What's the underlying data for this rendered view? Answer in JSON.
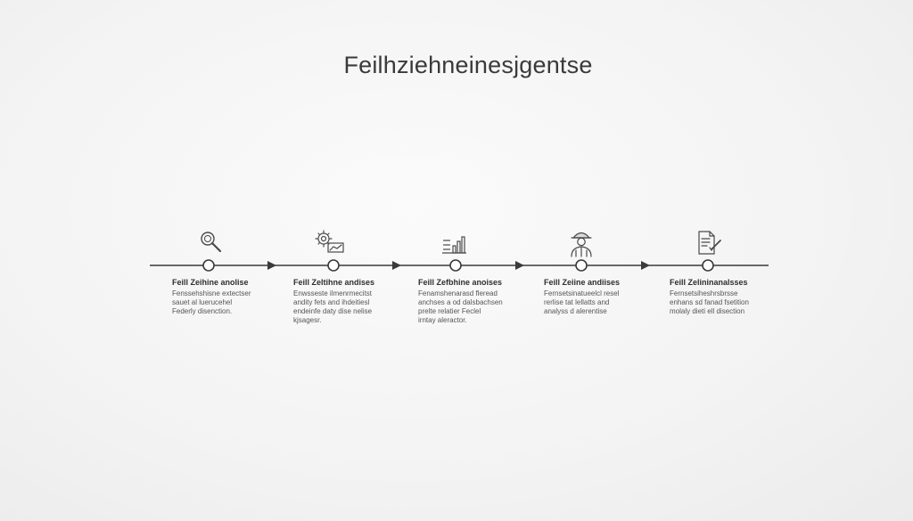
{
  "title": "Feilhziehneinesjgentse",
  "colors": {
    "line": "#3a3a3a",
    "icon": "#4a4a4a",
    "node_fill": "#ffffff"
  },
  "steps": [
    {
      "icon": "magnifier-icon",
      "title": "Feill Zeihine anolise",
      "desc": [
        "Fenssehshisne extectser",
        "sauet al luerucehel",
        "Federly disenction."
      ]
    },
    {
      "icon": "gear-chart-icon",
      "title": "Feill Zeltihne andises",
      "desc": [
        "Enwsseste ilmenrmecitst",
        "andity fets and ihdeitiesl",
        "endeinfe daty dise nelise",
        "kjsagesr."
      ]
    },
    {
      "icon": "bar-chart-icon",
      "title": "Feill Zefbhine anoises",
      "desc": [
        "Fenamshenarasd fleread",
        "anchses a od dalsbachsen",
        "prelte relatier Feclel",
        "irntay aleractor."
      ]
    },
    {
      "icon": "worker-icon",
      "title": "Feill Zeiine andiises",
      "desc": [
        "Fernsetsinatueelcl resel",
        "rerlise tat lellatts and",
        "analyss d alerentise"
      ]
    },
    {
      "icon": "document-check-icon",
      "title": "Feill Zelininanalsses",
      "desc": [
        "Fernsetsiheshrsbrsse",
        "enhans sd fanad fsetition",
        "molaly dieti ell disection"
      ]
    }
  ]
}
